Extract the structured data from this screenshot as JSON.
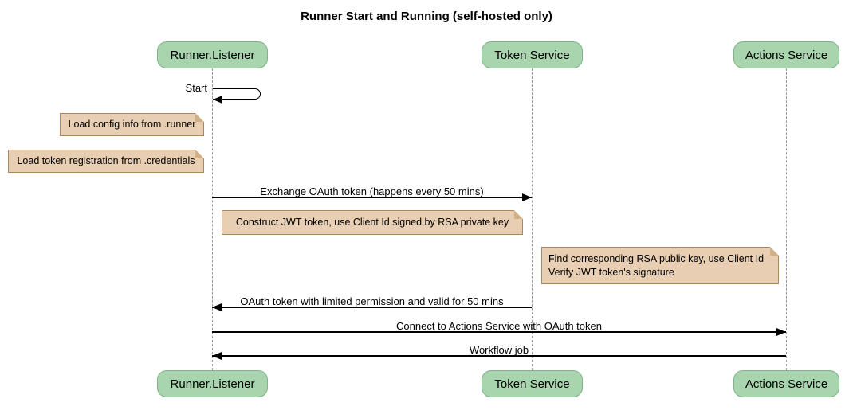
{
  "title": "Runner Start and Running (self-hosted only)",
  "participants": [
    {
      "name": "Runner.Listener"
    },
    {
      "name": "Token Service"
    },
    {
      "name": "Actions Service"
    }
  ],
  "messages": [
    {
      "label": "Start",
      "from": "Runner.Listener",
      "to": "Runner.Listener",
      "type": "self"
    },
    {
      "label": "Exchange OAuth token (happens every 50 mins)",
      "from": "Runner.Listener",
      "to": "Token Service",
      "type": "solid"
    },
    {
      "label": "OAuth token with limited permission and valid for 50 mins",
      "from": "Token Service",
      "to": "Runner.Listener",
      "type": "solid"
    },
    {
      "label": "Connect to Actions Service with OAuth token",
      "from": "Runner.Listener",
      "to": "Actions Service",
      "type": "solid"
    },
    {
      "label": "Workflow job",
      "from": "Actions Service",
      "to": "Runner.Listener",
      "type": "solid"
    }
  ],
  "notes": [
    {
      "lines": [
        "Load config info from .runner"
      ],
      "position": "left of Runner.Listener"
    },
    {
      "lines": [
        "Load token registration from .credentials"
      ],
      "position": "left of Runner.Listener"
    },
    {
      "lines": [
        "Construct JWT token, use Client Id signed by RSA private key"
      ],
      "position": "over Runner.Listener and Token Service"
    },
    {
      "lines": [
        "Find corresponding RSA public key, use Client Id",
        "Verify JWT token's signature"
      ],
      "position": "left of Actions Service"
    }
  ],
  "colors": {
    "participant_fill": "#A8D5AD",
    "participant_border": "#7FB389",
    "note_fill": "#E8CEB2",
    "note_border": "#A8885E",
    "lifeline": "#999999",
    "message_line": "#000000"
  }
}
